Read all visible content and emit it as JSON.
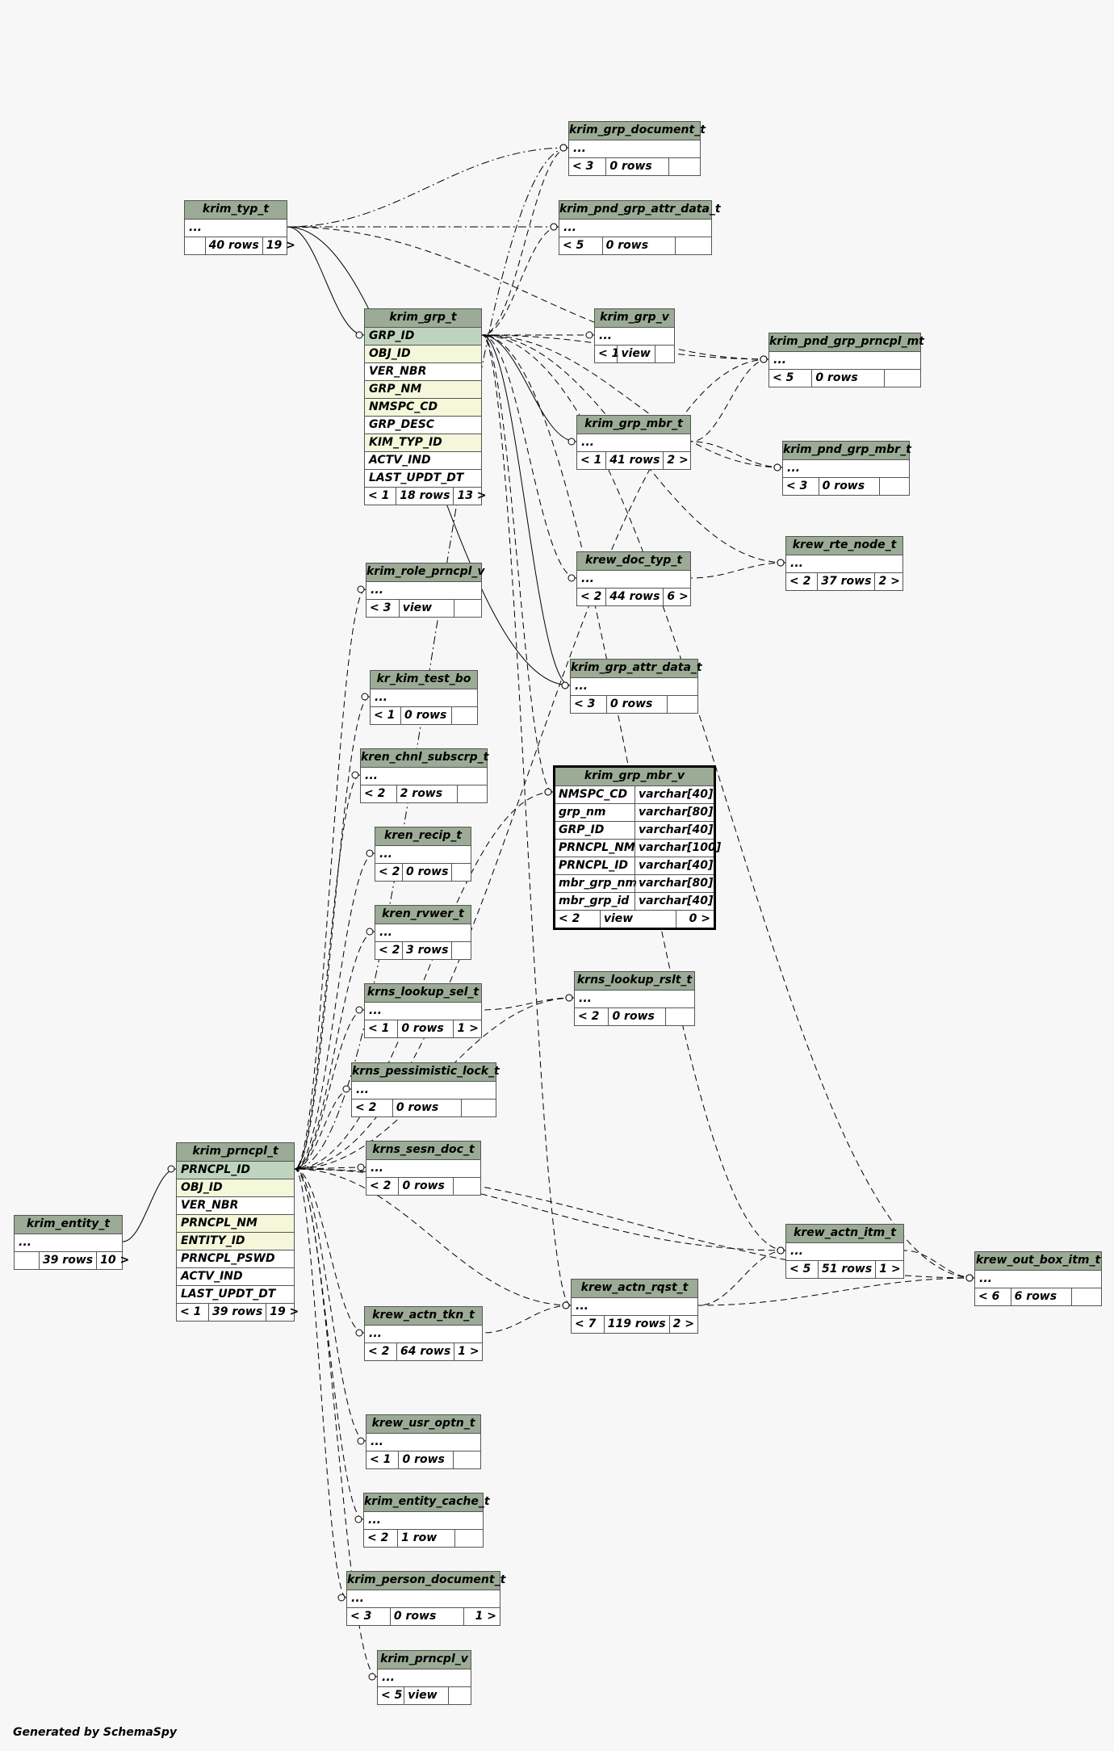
{
  "footer": "Generated by SchemaSpy",
  "tables": [
    {
      "id": "krim_typ_t",
      "title": "krim_typ_t",
      "columns": [
        "..."
      ],
      "footer": [
        "",
        "40 rows",
        "19 >"
      ]
    },
    {
      "id": "krim_grp_document_t",
      "title": "krim_grp_document_t",
      "columns": [
        "..."
      ],
      "footer": [
        "< 3",
        "0 rows",
        ""
      ]
    },
    {
      "id": "krim_pnd_grp_attr_data_t",
      "title": "krim_pnd_grp_attr_data_t",
      "columns": [
        "..."
      ],
      "footer": [
        "< 5",
        "0 rows",
        ""
      ]
    },
    {
      "id": "krim_grp_t",
      "title": "krim_grp_t",
      "columns": [
        {
          "name": "GRP_ID",
          "kind": "pk"
        },
        {
          "name": "OBJ_ID",
          "kind": "fk"
        },
        {
          "name": "VER_NBR",
          "kind": ""
        },
        {
          "name": "GRP_NM",
          "kind": "fk"
        },
        {
          "name": "NMSPC_CD",
          "kind": "fk"
        },
        {
          "name": "GRP_DESC",
          "kind": ""
        },
        {
          "name": "KIM_TYP_ID",
          "kind": "fk"
        },
        {
          "name": "ACTV_IND",
          "kind": ""
        },
        {
          "name": "LAST_UPDT_DT",
          "kind": ""
        }
      ],
      "footer": [
        "< 1",
        "18 rows",
        "13 >"
      ]
    },
    {
      "id": "krim_grp_v",
      "title": "krim_grp_v",
      "columns": [
        "..."
      ],
      "footer": [
        "< 1",
        "view",
        ""
      ]
    },
    {
      "id": "krim_pnd_grp_prncpl_mt",
      "title": "krim_pnd_grp_prncpl_mt",
      "columns": [
        "..."
      ],
      "footer": [
        "< 5",
        "0 rows",
        ""
      ]
    },
    {
      "id": "krim_grp_mbr_t",
      "title": "krim_grp_mbr_t",
      "columns": [
        "..."
      ],
      "footer": [
        "< 1",
        "41 rows",
        "2 >"
      ]
    },
    {
      "id": "krim_pnd_grp_mbr_t",
      "title": "krim_pnd_grp_mbr_t",
      "columns": [
        "..."
      ],
      "footer": [
        "< 3",
        "0 rows",
        ""
      ]
    },
    {
      "id": "krew_rte_node_t",
      "title": "krew_rte_node_t",
      "columns": [
        "..."
      ],
      "footer": [
        "< 2",
        "37 rows",
        "2 >"
      ]
    },
    {
      "id": "krew_doc_typ_t",
      "title": "krew_doc_typ_t",
      "columns": [
        "..."
      ],
      "footer": [
        "< 2",
        "44 rows",
        "6 >"
      ]
    },
    {
      "id": "krim_role_prncpl_v",
      "title": "krim_role_prncpl_v",
      "columns": [
        "..."
      ],
      "footer": [
        "< 3",
        "view",
        ""
      ]
    },
    {
      "id": "krim_grp_attr_data_t",
      "title": "krim_grp_attr_data_t",
      "columns": [
        "..."
      ],
      "footer": [
        "< 3",
        "0 rows",
        ""
      ]
    },
    {
      "id": "kr_kim_test_bo",
      "title": "kr_kim_test_bo",
      "columns": [
        "..."
      ],
      "footer": [
        "< 1",
        "0 rows",
        ""
      ]
    },
    {
      "id": "kren_chnl_subscrp_t",
      "title": "kren_chnl_subscrp_t",
      "columns": [
        "..."
      ],
      "footer": [
        "< 2",
        "2 rows",
        ""
      ]
    },
    {
      "id": "krim_grp_mbr_v",
      "title": "krim_grp_mbr_v",
      "focus": true,
      "columns": [
        {
          "name": "NMSPC_CD",
          "type": "varchar[40]"
        },
        {
          "name": "grp_nm",
          "type": "varchar[80]"
        },
        {
          "name": "GRP_ID",
          "type": "varchar[40]"
        },
        {
          "name": "PRNCPL_NM",
          "type": "varchar[100]"
        },
        {
          "name": "PRNCPL_ID",
          "type": "varchar[40]"
        },
        {
          "name": "mbr_grp_nm",
          "type": "varchar[80]"
        },
        {
          "name": "mbr_grp_id",
          "type": "varchar[40]"
        }
      ],
      "footer": [
        "< 2",
        "view",
        "0 >"
      ]
    },
    {
      "id": "kren_recip_t",
      "title": "kren_recip_t",
      "columns": [
        "..."
      ],
      "footer": [
        "< 2",
        "0 rows",
        ""
      ]
    },
    {
      "id": "kren_rvwer_t",
      "title": "kren_rvwer_t",
      "columns": [
        "..."
      ],
      "footer": [
        "< 2",
        "3 rows",
        ""
      ]
    },
    {
      "id": "krns_lookup_sel_t",
      "title": "krns_lookup_sel_t",
      "columns": [
        "..."
      ],
      "footer": [
        "< 1",
        "0 rows",
        "1 >"
      ]
    },
    {
      "id": "krns_lookup_rslt_t",
      "title": "krns_lookup_rslt_t",
      "columns": [
        "..."
      ],
      "footer": [
        "< 2",
        "0 rows",
        ""
      ]
    },
    {
      "id": "krns_pessimistic_lock_t",
      "title": "krns_pessimistic_lock_t",
      "columns": [
        "..."
      ],
      "footer": [
        "< 2",
        "0 rows",
        ""
      ]
    },
    {
      "id": "krim_prncpl_t",
      "title": "krim_prncpl_t",
      "columns": [
        {
          "name": "PRNCPL_ID",
          "kind": "pk"
        },
        {
          "name": "OBJ_ID",
          "kind": "fk"
        },
        {
          "name": "VER_NBR",
          "kind": ""
        },
        {
          "name": "PRNCPL_NM",
          "kind": "fk"
        },
        {
          "name": "ENTITY_ID",
          "kind": "fk"
        },
        {
          "name": "PRNCPL_PSWD",
          "kind": ""
        },
        {
          "name": "ACTV_IND",
          "kind": ""
        },
        {
          "name": "LAST_UPDT_DT",
          "kind": ""
        }
      ],
      "footer": [
        "< 1",
        "39 rows",
        "19 >"
      ]
    },
    {
      "id": "krns_sesn_doc_t",
      "title": "krns_sesn_doc_t",
      "columns": [
        "..."
      ],
      "footer": [
        "< 2",
        "0 rows",
        ""
      ]
    },
    {
      "id": "krim_entity_t",
      "title": "krim_entity_t",
      "columns": [
        "..."
      ],
      "footer": [
        "",
        "39 rows",
        "10 >"
      ]
    },
    {
      "id": "krew_actn_itm_t",
      "title": "krew_actn_itm_t",
      "columns": [
        "..."
      ],
      "footer": [
        "< 5",
        "51 rows",
        "1 >"
      ]
    },
    {
      "id": "krew_out_box_itm_t",
      "title": "krew_out_box_itm_t",
      "columns": [
        "..."
      ],
      "footer": [
        "< 6",
        "6 rows",
        ""
      ]
    },
    {
      "id": "krew_actn_rqst_t",
      "title": "krew_actn_rqst_t",
      "columns": [
        "..."
      ],
      "footer": [
        "< 7",
        "119 rows",
        "2 >"
      ]
    },
    {
      "id": "krew_actn_tkn_t",
      "title": "krew_actn_tkn_t",
      "columns": [
        "..."
      ],
      "footer": [
        "< 2",
        "64 rows",
        "1 >"
      ]
    },
    {
      "id": "krew_usr_optn_t",
      "title": "krew_usr_optn_t",
      "columns": [
        "..."
      ],
      "footer": [
        "< 1",
        "0 rows",
        ""
      ]
    },
    {
      "id": "krim_entity_cache_t",
      "title": "krim_entity_cache_t",
      "columns": [
        "..."
      ],
      "footer": [
        "< 2",
        "1 row",
        ""
      ]
    },
    {
      "id": "krim_person_document_t",
      "title": "krim_person_document_t",
      "columns": [
        "..."
      ],
      "footer": [
        "< 3",
        "0 rows",
        "1 >"
      ]
    },
    {
      "id": "krim_prncpl_v",
      "title": "krim_prncpl_v",
      "columns": [
        "..."
      ],
      "footer": [
        "< 5",
        "view",
        ""
      ]
    }
  ],
  "relationships": [
    {
      "from": "krim_grp_document_t",
      "to": "krim_typ_t",
      "style": "dashdot"
    },
    {
      "from": "krim_pnd_grp_attr_data_t",
      "to": "krim_typ_t",
      "style": "dashdot"
    },
    {
      "from": "krim_grp_t",
      "to": "krim_typ_t",
      "style": "solid"
    },
    {
      "from": "krim_grp_attr_data_t",
      "to": "krim_typ_t",
      "style": "solid"
    },
    {
      "from": "krim_pnd_grp_prncpl_mt",
      "to": "krim_typ_t",
      "style": "dashed"
    },
    {
      "from": "krim_grp_document_t",
      "to": "krim_grp_t",
      "style": "dashed"
    },
    {
      "from": "krim_pnd_grp_attr_data_t",
      "to": "krim_grp_t",
      "style": "dashed"
    },
    {
      "from": "krim_grp_v",
      "to": "krim_grp_t",
      "style": "dashed"
    },
    {
      "from": "krim_pnd_grp_prncpl_mt",
      "to": "krim_grp_t",
      "style": "dashed"
    },
    {
      "from": "krim_grp_mbr_t",
      "to": "krim_grp_t",
      "style": "solid"
    },
    {
      "from": "krim_pnd_grp_mbr_t",
      "to": "krim_grp_t",
      "style": "dashed"
    },
    {
      "from": "krew_rte_node_t",
      "to": "krim_grp_t",
      "style": "dashed"
    },
    {
      "from": "krew_doc_typ_t",
      "to": "krim_grp_t",
      "style": "dashed"
    },
    {
      "from": "krim_grp_attr_data_t",
      "to": "krim_grp_t",
      "style": "solid"
    },
    {
      "from": "krim_grp_mbr_v",
      "to": "krim_grp_t",
      "style": "dashed"
    },
    {
      "from": "krew_actn_itm_t",
      "to": "krim_grp_t",
      "style": "dashed"
    },
    {
      "from": "krew_out_box_itm_t",
      "to": "krim_grp_t",
      "style": "dashed"
    },
    {
      "from": "krew_actn_rqst_t",
      "to": "krim_grp_t",
      "style": "dashed"
    },
    {
      "from": "krim_pnd_grp_prncpl_mt",
      "to": "krim_grp_mbr_t",
      "style": "dashed"
    },
    {
      "from": "krim_pnd_grp_mbr_t",
      "to": "krim_grp_mbr_t",
      "style": "dashed"
    },
    {
      "from": "krew_rte_node_t",
      "to": "krew_doc_typ_t",
      "style": "dashed"
    },
    {
      "from": "krns_lookup_rslt_t",
      "to": "krns_lookup_sel_t",
      "style": "dashed"
    },
    {
      "from": "krim_prncpl_t",
      "to": "krim_entity_t",
      "style": "solid"
    },
    {
      "from": "krim_grp_document_t",
      "to": "krim_prncpl_t",
      "style": "dashdot"
    },
    {
      "from": "krim_pnd_grp_prncpl_mt",
      "to": "krim_prncpl_t",
      "style": "dashed"
    },
    {
      "from": "krim_role_prncpl_v",
      "to": "krim_prncpl_t",
      "style": "dashed"
    },
    {
      "from": "kr_kim_test_bo",
      "to": "krim_prncpl_t",
      "style": "dashed"
    },
    {
      "from": "kren_chnl_subscrp_t",
      "to": "krim_prncpl_t",
      "style": "dashed"
    },
    {
      "from": "krim_grp_mbr_v",
      "to": "krim_prncpl_t",
      "style": "dashed"
    },
    {
      "from": "kren_recip_t",
      "to": "krim_prncpl_t",
      "style": "dashed"
    },
    {
      "from": "kren_rvwer_t",
      "to": "krim_prncpl_t",
      "style": "dashed"
    },
    {
      "from": "krns_lookup_sel_t",
      "to": "krim_prncpl_t",
      "style": "dashed"
    },
    {
      "from": "krns_lookup_rslt_t",
      "to": "krim_prncpl_t",
      "style": "dashed"
    },
    {
      "from": "krns_pessimistic_lock_t",
      "to": "krim_prncpl_t",
      "style": "dashed"
    },
    {
      "from": "krns_sesn_doc_t",
      "to": "krim_prncpl_t",
      "style": "dashed"
    },
    {
      "from": "krew_actn_itm_t",
      "to": "krim_prncpl_t",
      "style": "dashed"
    },
    {
      "from": "krew_out_box_itm_t",
      "to": "krim_prncpl_t",
      "style": "dashed"
    },
    {
      "from": "krew_actn_rqst_t",
      "to": "krim_prncpl_t",
      "style": "dashed"
    },
    {
      "from": "krew_actn_tkn_t",
      "to": "krim_prncpl_t",
      "style": "dashed"
    },
    {
      "from": "krew_usr_optn_t",
      "to": "krim_prncpl_t",
      "style": "dashed"
    },
    {
      "from": "krim_entity_cache_t",
      "to": "krim_prncpl_t",
      "style": "dashed"
    },
    {
      "from": "krim_person_document_t",
      "to": "krim_prncpl_t",
      "style": "dashed"
    },
    {
      "from": "krim_prncpl_v",
      "to": "krim_prncpl_t",
      "style": "dashed"
    },
    {
      "from": "krew_actn_itm_t",
      "to": "krew_actn_rqst_t",
      "style": "dashed"
    },
    {
      "from": "krew_out_box_itm_t",
      "to": "krew_actn_rqst_t",
      "style": "dashed"
    },
    {
      "from": "krew_actn_rqst_t",
      "to": "krew_actn_tkn_t",
      "style": "dashed"
    },
    {
      "from": "krew_out_box_itm_t",
      "to": "krew_actn_itm_t",
      "style": "dashed"
    }
  ]
}
